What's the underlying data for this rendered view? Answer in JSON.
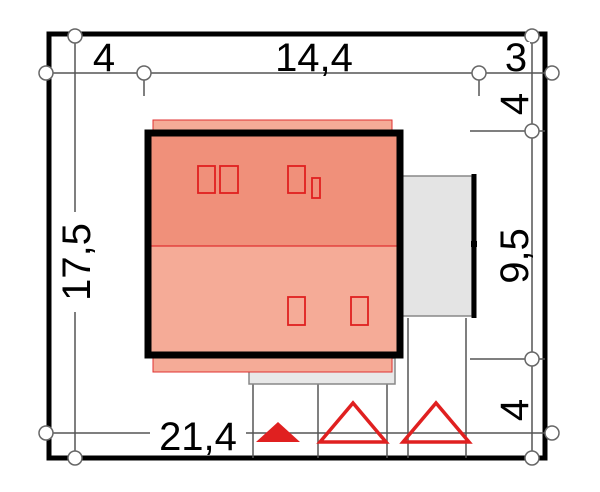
{
  "plot": {
    "dimensions": {
      "top_left_setback": "4",
      "top_width": "14,4",
      "top_right_setback": "3",
      "left_depth": "17,5",
      "right_top_setback": "4",
      "right_depth": "9,5",
      "right_bottom_setback": "4",
      "bottom_width": "21,4"
    }
  },
  "colors": {
    "boundary": "#000000",
    "dim_line": "#555555",
    "roof_upper": "#f0907a",
    "roof_lower": "#f5ab97",
    "roof_outline": "#e03030",
    "garage": "#e4e4e4",
    "entry_marker": "#e02020"
  },
  "markers": {
    "filled_triangle": "entry-filled-triangle",
    "outline_triangles": [
      "entry-outline-triangle",
      "entry-outline-triangle"
    ]
  }
}
